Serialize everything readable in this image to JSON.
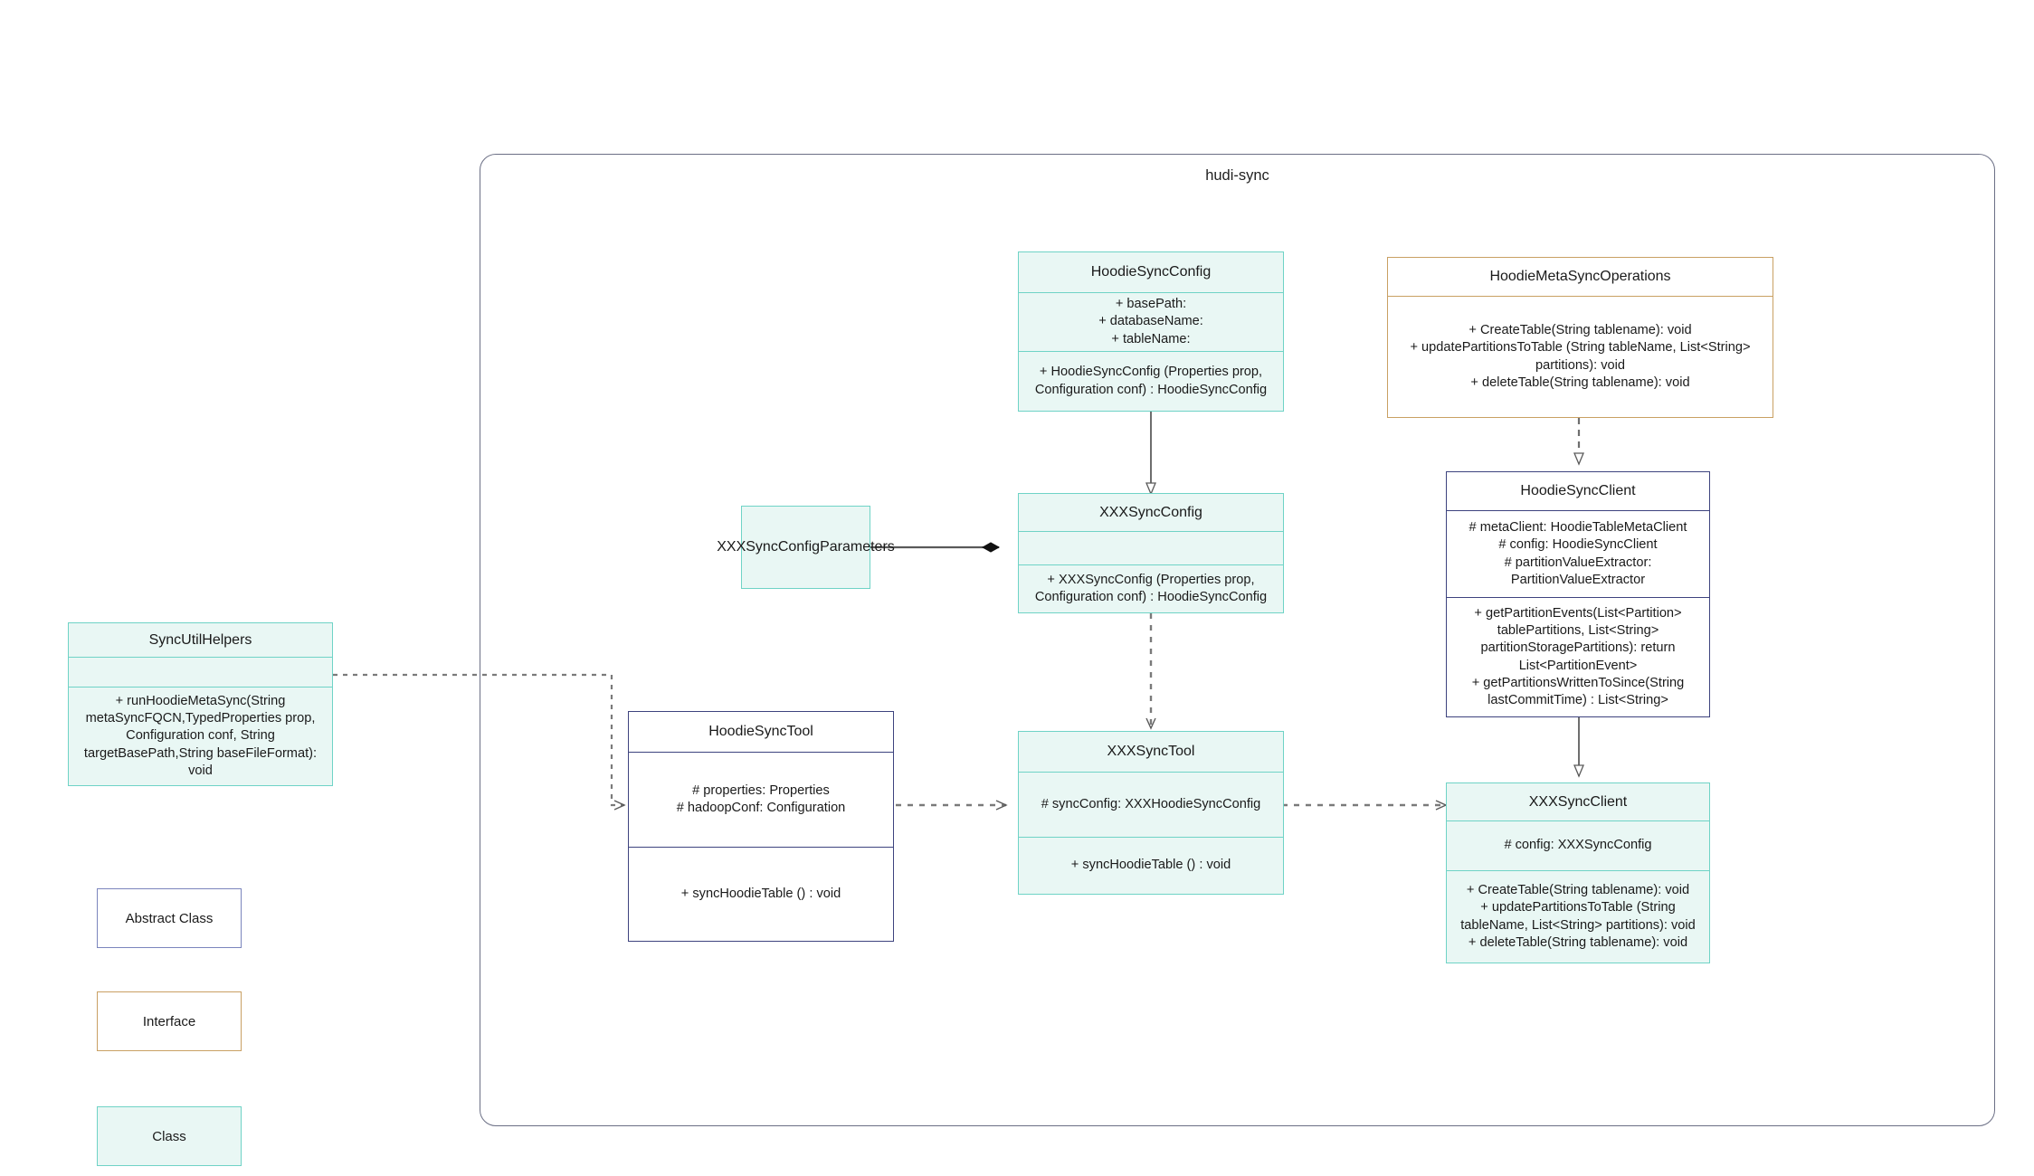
{
  "package": {
    "title": "hudi-sync"
  },
  "classes": {
    "hoodie_sync_config": {
      "name": "HoodieSyncConfig",
      "attributes": "+    basePath:\n+   databaseName:\n+    tableName:",
      "methods": "+   HoodieSyncConfig (Properties prop, Configuration conf) : HoodieSyncConfig"
    },
    "hoodie_meta_sync_operations": {
      "name": "HoodieMetaSyncOperations",
      "methods": "+      CreateTable(String tablename): void\n+   updatePartitionsToTable (String tableName, List<String> partitions): void\n+      deleteTable(String tablename): void"
    },
    "hoodie_sync_client": {
      "name": "HoodieSyncClient",
      "attributes": "#   metaClient: HoodieTableMetaClient\n#   config: HoodieSyncClient\n#    partitionValueExtractor: PartitionValueExtractor",
      "methods": "+   getPartitionEvents(List<Partition> tablePartitions, List<String> partitionStoragePartitions): return List<PartitionEvent>\n+   getPartitionsWrittenToSince(String lastCommitTime) : List<String>"
    },
    "xxx_sync_config_parameters": {
      "name": "XXXSyncConfigParameters"
    },
    "xxx_sync_config": {
      "name": "XXXSyncConfig",
      "attributes": "",
      "methods": "+   XXXSyncConfig (Properties prop, Configuration conf) : HoodieSyncConfig"
    },
    "sync_util_helpers": {
      "name": "SyncUtilHelpers",
      "attributes": "",
      "methods": "+     runHoodieMetaSync(String metaSyncFQCN,TypedProperties prop, Configuration conf, String targetBasePath,String baseFileFormat): void"
    },
    "hoodie_sync_tool": {
      "name": "HoodieSyncTool",
      "attributes": "#   properties: Properties\n#  hadoopConf: Configuration",
      "methods": "+   syncHoodieTable () : void"
    },
    "xxx_sync_tool": {
      "name": "XXXSyncTool",
      "attributes": "#   syncConfig: XXXHoodieSyncConfig",
      "methods": "+   syncHoodieTable () : void"
    },
    "xxx_sync_client": {
      "name": "XXXSyncClient",
      "attributes": "#    config: XXXSyncConfig",
      "methods": "+    CreateTable(String tablename): void\n+    updatePartitionsToTable (String tableName, List<String> partitions): void\n+    deleteTable(String tablename): void"
    }
  },
  "legend": {
    "abstract_label": "Abstract Class",
    "interface_label": "Interface",
    "class_label": "Class"
  },
  "colors": {
    "class_border": "#6fd3c6",
    "class_fill": "#e9f7f4",
    "abstract_border": "#3d437e",
    "interface_border": "#c9a063",
    "legend_abstract_border": "#7b85bd",
    "package_border": "#6b6f85",
    "connector": "#6e6e6e"
  }
}
